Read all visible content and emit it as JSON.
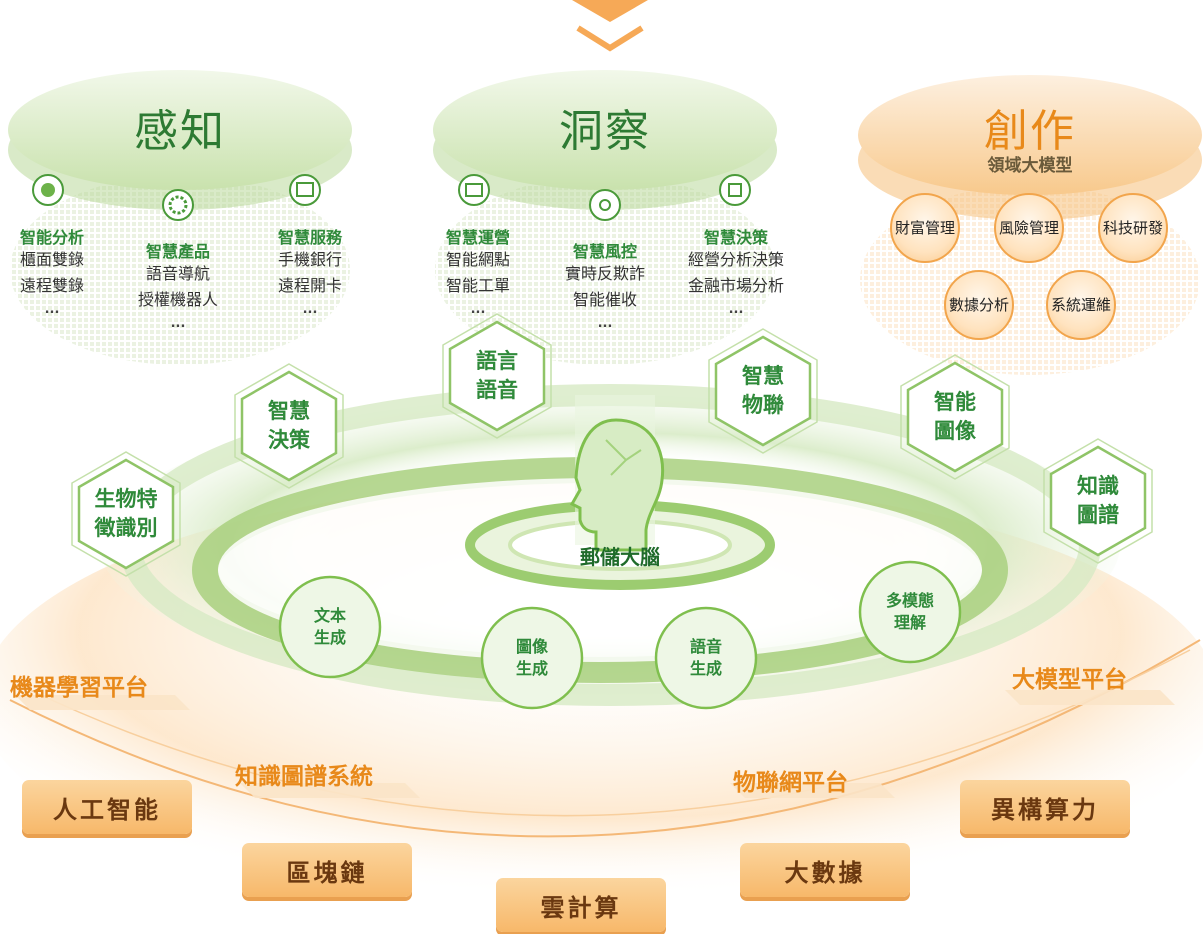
{
  "pillars": [
    {
      "title": "感知",
      "scenarios": [
        {
          "title": "智能分析",
          "items": [
            "櫃面雙錄",
            "遠程雙錄"
          ],
          "more": "..."
        },
        {
          "title": "智慧產品",
          "items": [
            "語音導航",
            "授權機器人"
          ],
          "more": "..."
        },
        {
          "title": "智慧服務",
          "items": [
            "手機銀行",
            "遠程開卡"
          ],
          "more": "..."
        }
      ]
    },
    {
      "title": "洞察",
      "scenarios": [
        {
          "title": "智慧運營",
          "items": [
            "智能網點",
            "智能工單"
          ],
          "more": "..."
        },
        {
          "title": "智慧風控",
          "items": [
            "實時反欺詐",
            "智能催收"
          ],
          "more": "..."
        },
        {
          "title": "智慧決策",
          "items": [
            "經營分析決策",
            "金融市場分析"
          ],
          "more": "..."
        }
      ]
    },
    {
      "title": "創作",
      "subtitle": "領域大模型",
      "circles": [
        "財富管理",
        "風險管理",
        "科技研發",
        "數據分析",
        "系統運維"
      ]
    }
  ],
  "hexagons": [
    "生物特徵識別",
    "智慧決策",
    "語言語音",
    "智慧物聯",
    "智能圖像",
    "知識圖譜"
  ],
  "core": {
    "label": "郵儲大腦"
  },
  "gen_circles": [
    "文本生成",
    "圖像生成",
    "語音生成",
    "多模態理解"
  ],
  "platforms": [
    "機器學習平台",
    "知識圖譜系統",
    "物聯網平台",
    "大模型平台"
  ],
  "foundations": [
    "人工智能",
    "區塊鏈",
    "雲計算",
    "大數據",
    "異構算力"
  ],
  "colors": {
    "green": "#2f8a3a",
    "orange": "#e8891a",
    "light_green": "#cfe6b8",
    "light_orange": "#fbd59e"
  }
}
